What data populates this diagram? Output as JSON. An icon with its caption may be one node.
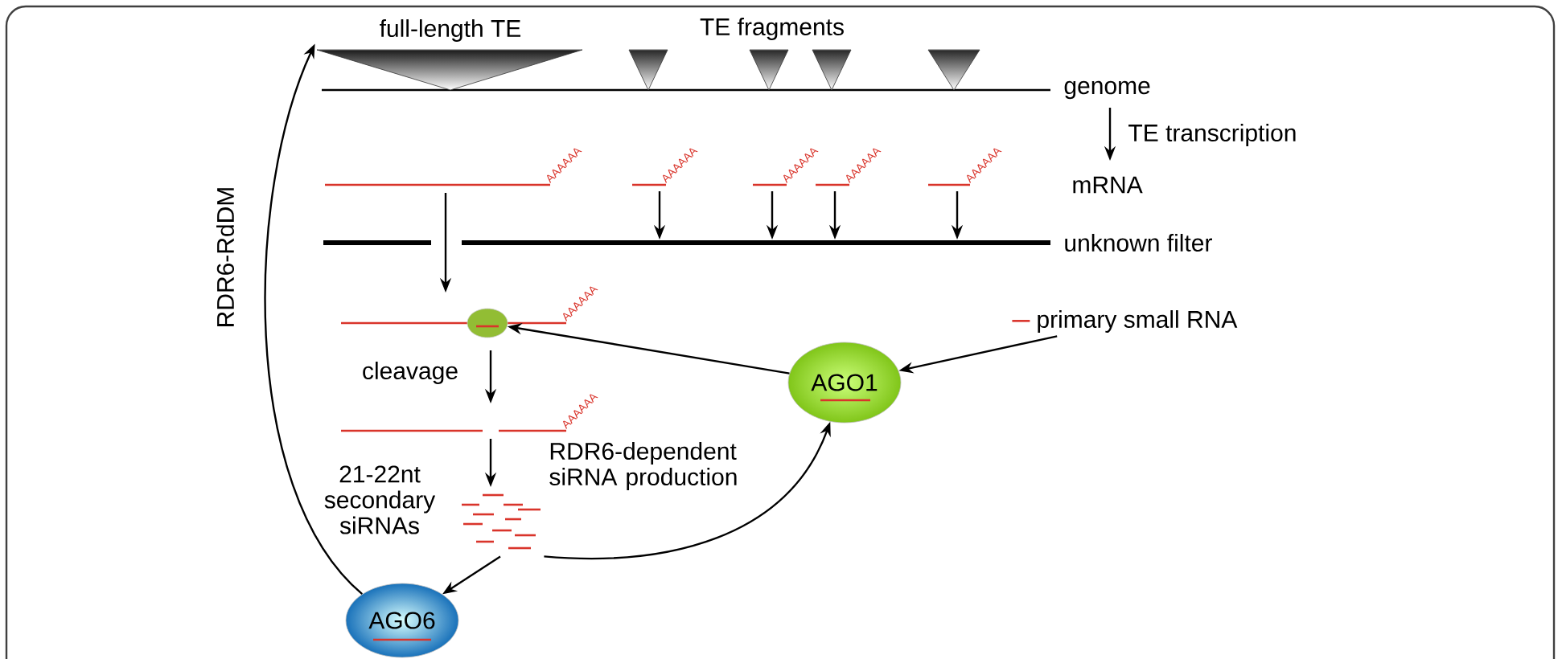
{
  "diagram": {
    "nodes": [
      {
        "text": [
          "full-length TE"
        ]
      },
      {
        "text": [
          "primary small RNA"
        ]
      },
      {
        "text": [
          "AGO1"
        ]
      },
      {
        "text": [],
        "shape": "circle"
      },
      {
        "text": [
          "AGO6"
        ]
      },
      {
        "text": [],
        "shape": "bar",
        "beside": [
          "21-22nt secondary siRNAs"
        ]
      }
    ],
    "edges": [
      {
        "from": 4,
        "to": 0,
        "arrow": "to",
        "label": "RDR6-RdDM"
      },
      {
        "from": 1,
        "to": 2,
        "arrow": "to"
      },
      {
        "from": 2,
        "to": 3,
        "arrow": "to"
      },
      {
        "from": 5,
        "to": 2,
        "arrow": "to"
      },
      {
        "from": 5,
        "to": 4,
        "arrow": "to"
      }
    ],
    "labels": [
      "TE fragments",
      "genome",
      "TE transcription",
      "mRNA",
      "unknown filter",
      "AAAAAA",
      "AAAAAA",
      "AAAAAA",
      "AAAAAA",
      "AAAAAA",
      "AAAAAA",
      "AAAAAA",
      "cleavage",
      "RDR6-dependent siRNA production"
    ]
  }
}
